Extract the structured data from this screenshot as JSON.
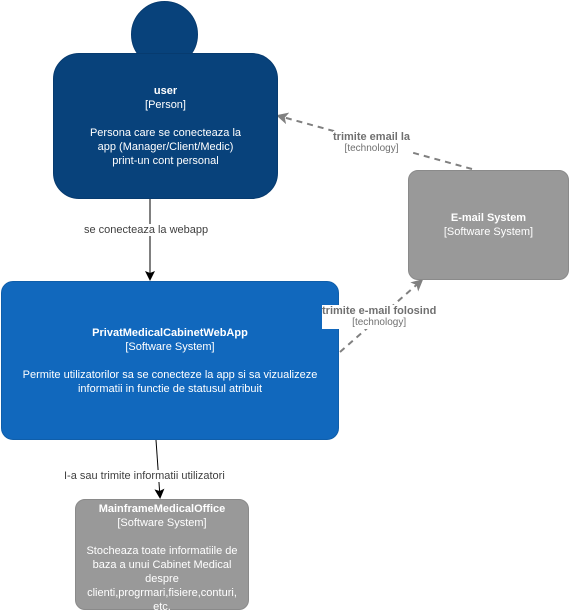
{
  "nodes": {
    "user": {
      "title": "user",
      "type": "[Person]",
      "description": "Persona care se conecteaza la app (Manager/Client/Medic) print-un cont personal"
    },
    "webapp": {
      "title": "PrivatMedicalCabinetWebApp",
      "type": "[Software System]",
      "description": "Permite utilizatorilor sa se conecteze la app si sa vizualizeze informatii in functie de statusul atribuit"
    },
    "email": {
      "title": "E-mail System",
      "type": "[Software System]"
    },
    "mainframe": {
      "title": "MainframeMedicalOffice",
      "type": "[Software System]",
      "description": "Stocheaza toate informatiile de baza a unui Cabinet Medical despre clienti,progrmari,fisiere,conturi, etc."
    }
  },
  "edges": {
    "user_to_webapp": {
      "label": "se conecteaza la webapp"
    },
    "webapp_to_mainframe": {
      "label": "I-a sau trimite informatii utilizatori"
    },
    "email_to_user": {
      "label": "trimite email la",
      "technology": "[technology]"
    },
    "webapp_to_email": {
      "label": "trimite e-mail folosind",
      "technology": "[technology]"
    }
  },
  "colors": {
    "person": "#08427b",
    "internal_system": "#1168bd",
    "external_system": "#999999",
    "arrow": "#000000",
    "dashed_arrow": "#808080"
  }
}
